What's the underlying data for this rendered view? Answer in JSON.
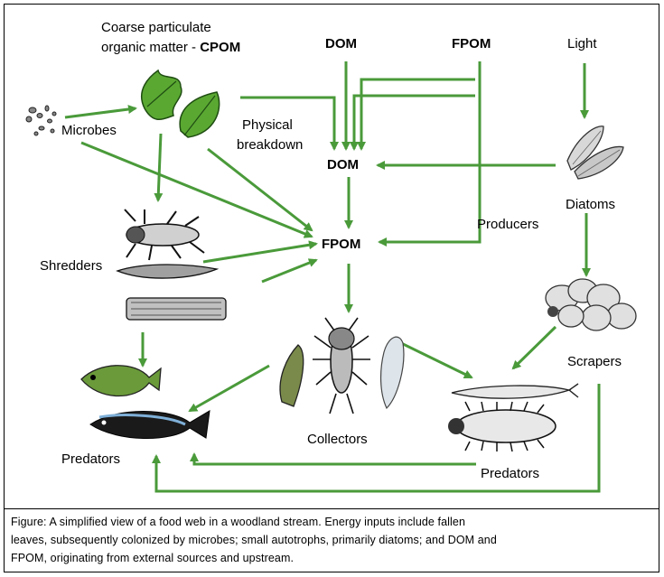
{
  "labels": {
    "cpom_line1": "Coarse particulate",
    "cpom_line2": "organic matter - ",
    "cpom_abbr": "CPOM",
    "dom_top": "DOM",
    "fpom_top": "FPOM",
    "light": "Light",
    "microbes": "Microbes",
    "physical_line1": "Physical",
    "physical_line2": "breakdown",
    "dom_mid": "DOM",
    "diatoms": "Diatoms",
    "producers": "Producers",
    "fpom_mid": "FPOM",
    "shredders": "Shredders",
    "scrapers": "Scrapers",
    "collectors": "Collectors",
    "predators_left": "Predators",
    "predators_right": "Predators"
  },
  "caption": {
    "line1": "Figure:  A simplified view of a food web in a woodland stream.  Energy inputs include fallen",
    "line2": "leaves, subsequently colonized by microbes; small autotrophs, primarily diatoms; and DOM and",
    "line3": "FPOM, originating from external sources and upstream."
  },
  "colors": {
    "arrow": "#4a9a3a",
    "leaf": "#5aa832",
    "fish_green": "#6a9a3a",
    "fish_dark": "#1a1a1a"
  },
  "icons": [
    "microbes-icon",
    "leaves-icon",
    "diatoms-icon",
    "shredder-insects-icon",
    "scraper-larva-icon",
    "collector-insects-icon",
    "fish-icon",
    "predator-larvae-icon"
  ]
}
